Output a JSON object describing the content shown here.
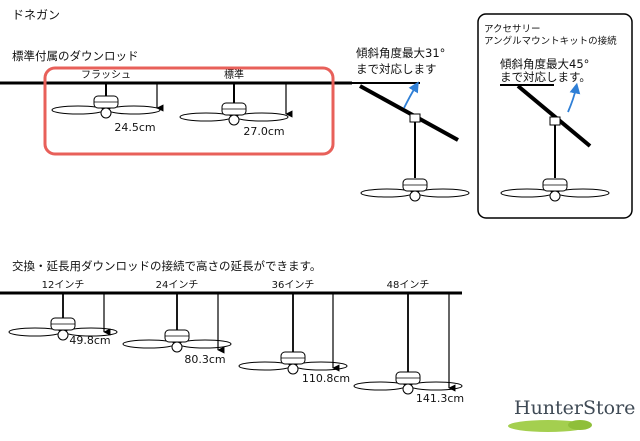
{
  "title": "ドネガン",
  "standard": {
    "heading": "標準付属のダウンロッド",
    "flush_label": "フラッシュ",
    "flush_height": "24.5cm",
    "standard_label": "標準",
    "standard_height": "27.0cm"
  },
  "slope": {
    "line1": "傾斜角度最大31°",
    "line2": "まで対応します"
  },
  "accessory": {
    "title_line1": "アクセサリー",
    "title_line2": "アングルマウントキットの接続",
    "angle_line1": "傾斜角度最大45°",
    "angle_line2": "まで対応します。"
  },
  "extension": {
    "heading": "交換・延長用ダウンロッドの接続で高さの延長ができます。",
    "items": [
      {
        "label": "12インチ",
        "height": "49.8cm"
      },
      {
        "label": "24インチ",
        "height": "80.3cm"
      },
      {
        "label": "36インチ",
        "height": "110.8cm"
      },
      {
        "label": "48インチ",
        "height": "141.3cm"
      }
    ]
  },
  "logo": {
    "text": "HunterStore"
  },
  "colors": {
    "highlight": "#e8605a",
    "arrow_blue": "#2f7fd6",
    "logo_green": "#a4cf4f"
  }
}
